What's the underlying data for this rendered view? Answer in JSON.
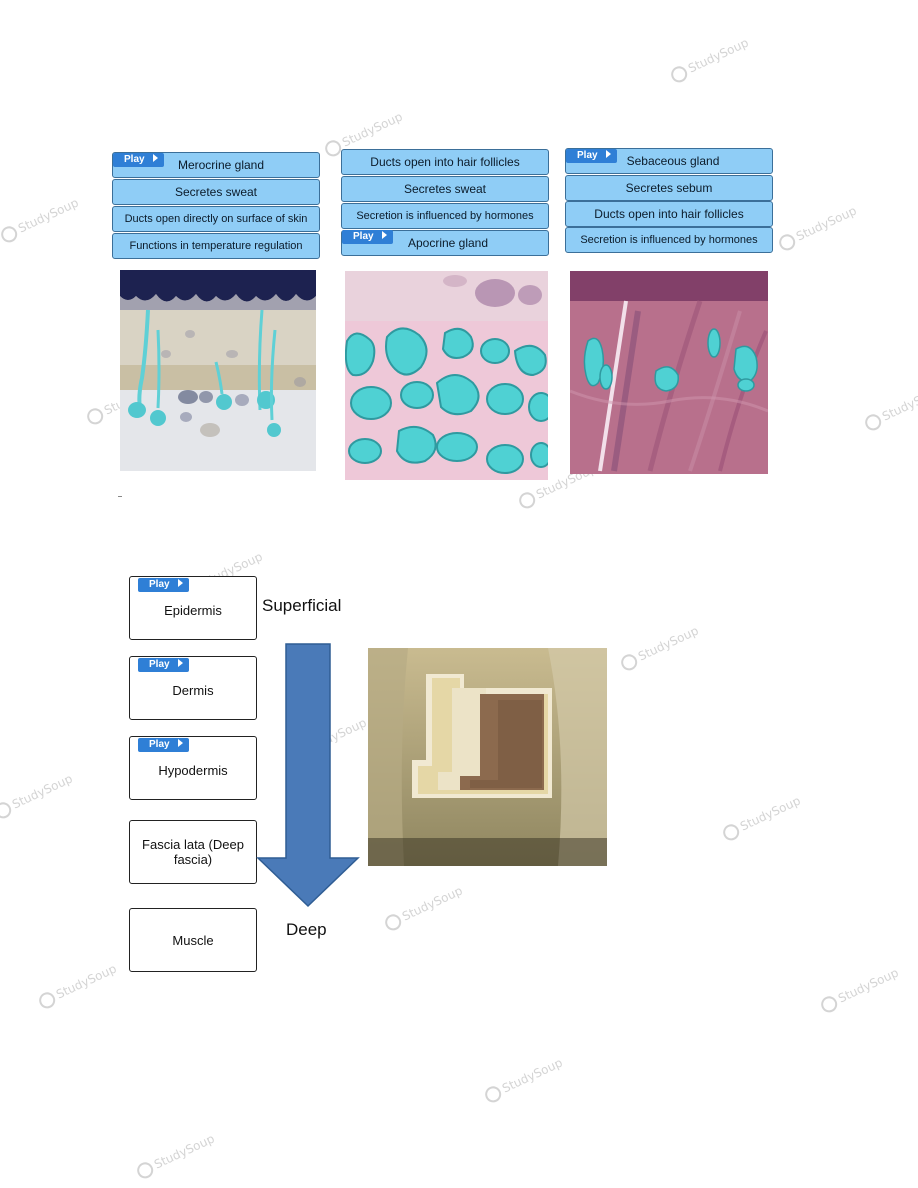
{
  "play_label": "Play",
  "glands": [
    {
      "boxes": [
        "Merocrine gland",
        "Secretes sweat",
        "Ducts open directly on surface of skin",
        "Functions in temperature regulation"
      ]
    },
    {
      "boxes": [
        "Ducts open into hair follicles",
        "Secretes sweat",
        "Secretion is influenced by hormones",
        "Apocrine gland"
      ]
    },
    {
      "boxes": [
        "Sebaceous gland",
        "Secretes sebum",
        "Ducts open into hair follicles",
        "Secretion is influenced by hormones"
      ]
    }
  ],
  "layers": {
    "items": [
      "Epidermis",
      "Dermis",
      "Hypodermis",
      "Fascia lata (Deep fascia)",
      "Muscle"
    ],
    "top_label": "Superficial",
    "bottom_label": "Deep",
    "arrow_color": "#4a7ab8"
  },
  "watermark": "StudySoup"
}
